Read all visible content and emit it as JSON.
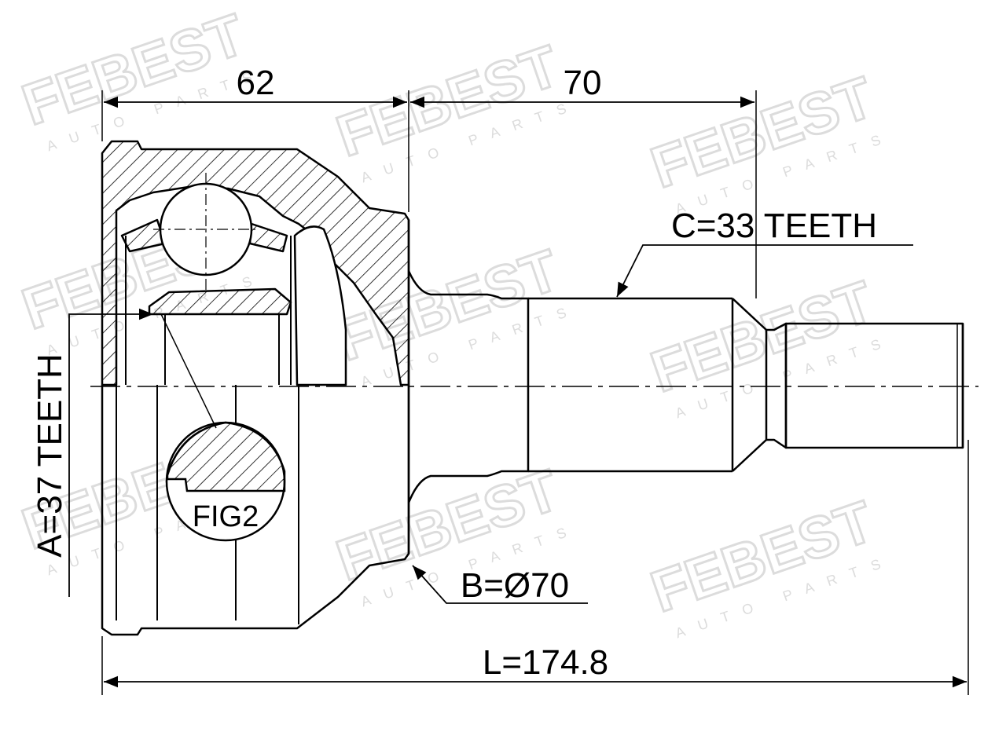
{
  "watermark": {
    "brand": "FEBEST",
    "sub": "AUTO PARTS"
  },
  "dimensions": {
    "width_62": "62",
    "width_70": "70",
    "spline_c": "C=33 TEETH",
    "spline_a": "A=37 TEETH",
    "diameter_b": "B=Ø70",
    "length_l": "L=174.8",
    "figure_label": "FIG2"
  },
  "colors": {
    "line": "#000000",
    "watermark": "#dcdcdc",
    "background": "#ffffff"
  }
}
